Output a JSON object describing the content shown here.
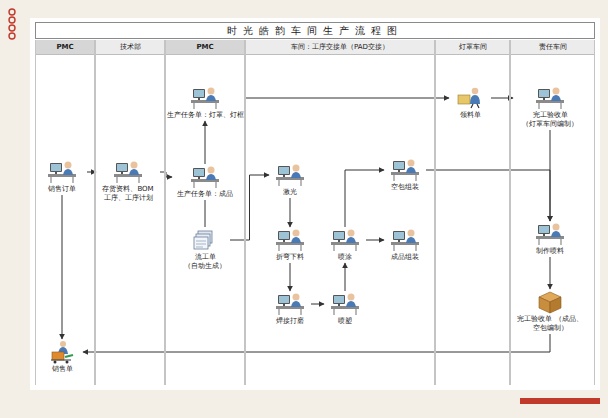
{
  "diagram": {
    "title": "时光皓韵车间生产流程图",
    "nodes": [
      {
        "text": [
          "PMC"
        ]
      },
      {
        "text": [
          "技术部"
        ]
      },
      {
        "text": [
          "PMC"
        ]
      },
      {
        "text": [
          "车间：工序交接单（PAD交接）"
        ]
      },
      {
        "text": [
          "灯罩车间"
        ]
      },
      {
        "text": [
          "责任车间"
        ]
      },
      {
        "text": [
          "销售订单"
        ],
        "in": 0
      },
      {
        "text": [
          "存货资料、BOM 工序、工序计划"
        ],
        "in": 1
      },
      {
        "text": [
          "生产任务单：灯罩、灯框"
        ],
        "in": 2
      },
      {
        "text": [
          "生产任务单：成品"
        ],
        "in": 2
      },
      {
        "text": [
          "流工单 （自动生成）"
        ],
        "in": 2
      },
      {
        "text": [
          "激光"
        ],
        "in": 3
      },
      {
        "text": [
          "折弯下料"
        ],
        "in": 3
      },
      {
        "text": [
          "焊接打磨"
        ],
        "in": 3
      },
      {
        "text": [
          "喷塑"
        ],
        "in": 3
      },
      {
        "text": [
          "喷涂"
        ],
        "in": 3
      },
      {
        "text": [
          "空包组装"
        ],
        "in": 3
      },
      {
        "text": [
          "成品组装"
        ],
        "in": 3
      },
      {
        "text": [
          "领料单"
        ],
        "in": 4
      },
      {
        "text": [
          "完工验收单 （灯罩车间编制）"
        ],
        "in": 5
      },
      {
        "text": [
          "制作喷料"
        ],
        "in": 5
      },
      {
        "text": [
          "完工验收单 （成品、空包编制）"
        ],
        "in": 5
      },
      {
        "text": [
          "销售单"
        ],
        "in": 0
      }
    ],
    "edges": [
      {
        "from": 6,
        "to": 7,
        "arrow": "to"
      },
      {
        "from": 7,
        "to": 9,
        "arrow": "to"
      },
      {
        "from": 9,
        "to": 8,
        "arrow": "to"
      },
      {
        "from": 8,
        "to": 18,
        "arrow": "to"
      },
      {
        "from": 18,
        "to": 19,
        "arrow": "to"
      },
      {
        "from": 19,
        "to": 20,
        "arrow": "to"
      },
      {
        "from": 9,
        "to": 10,
        "arrow": "none"
      },
      {
        "from": 10,
        "to": 11,
        "arrow": "to"
      },
      {
        "from": 11,
        "to": 12,
        "arrow": "to"
      },
      {
        "from": 12,
        "to": 13,
        "arrow": "to"
      },
      {
        "from": 13,
        "to": 14,
        "arrow": "to"
      },
      {
        "from": 14,
        "to": 15,
        "arrow": "to"
      },
      {
        "from": 15,
        "to": 17,
        "arrow": "to"
      },
      {
        "from": 15,
        "to": 16,
        "arrow": "to"
      },
      {
        "from": 16,
        "to": 20,
        "arrow": "to"
      },
      {
        "from": 20,
        "to": 21,
        "arrow": "to"
      },
      {
        "from": 21,
        "to": 22,
        "arrow": "to"
      },
      {
        "from": 6,
        "to": 22,
        "arrow": "to"
      }
    ]
  }
}
